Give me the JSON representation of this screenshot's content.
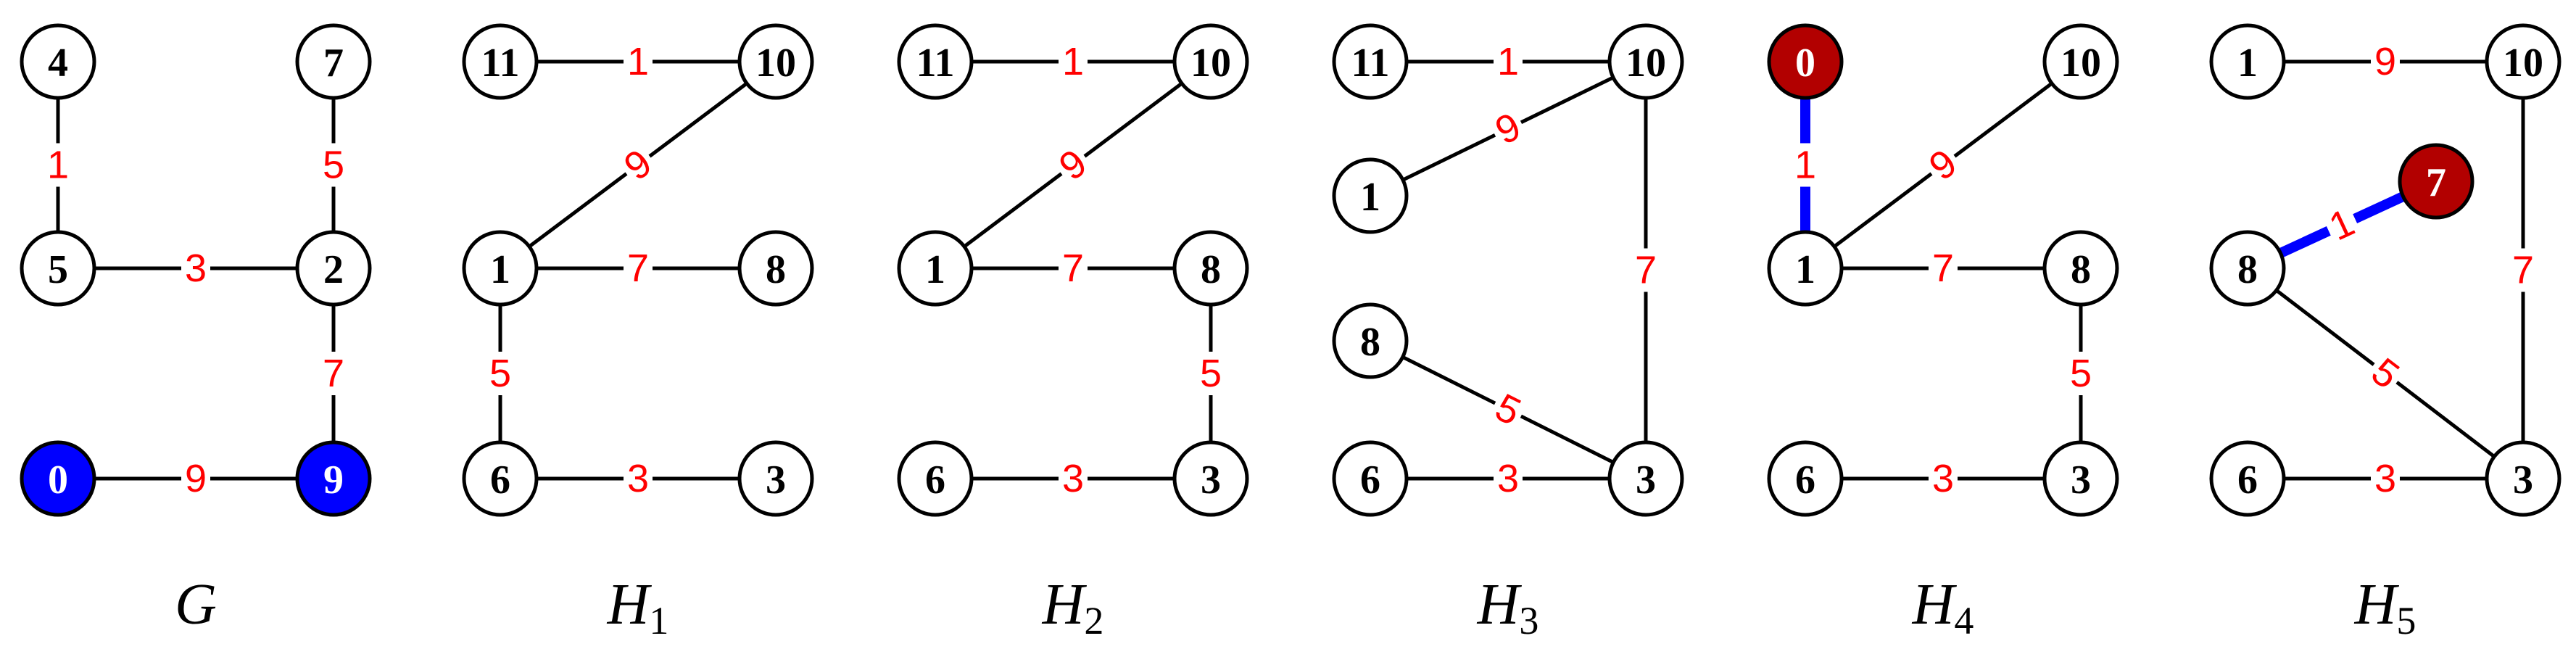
{
  "colors": {
    "edge": "#000000",
    "weight": "#ff0000",
    "node_fill_default": "#ffffff",
    "node_fill_blue": "#0000ff",
    "node_fill_red": "#b20000",
    "highlight_edge": "#0000ff",
    "node_text_default": "#000000",
    "node_text_filled": "#ffffff"
  },
  "graphs": [
    {
      "id": "G",
      "caption": {
        "main": "G",
        "sub": ""
      },
      "nodes": [
        {
          "id": "4",
          "fill": "default"
        },
        {
          "id": "7",
          "fill": "default"
        },
        {
          "id": "5",
          "fill": "default"
        },
        {
          "id": "2",
          "fill": "default"
        },
        {
          "id": "0",
          "fill": "blue"
        },
        {
          "id": "9",
          "fill": "blue"
        }
      ],
      "edges": [
        {
          "from": "4",
          "to": "5",
          "weight": "1",
          "highlight": false
        },
        {
          "from": "7",
          "to": "2",
          "weight": "5",
          "highlight": false
        },
        {
          "from": "5",
          "to": "2",
          "weight": "3",
          "highlight": false
        },
        {
          "from": "2",
          "to": "9",
          "weight": "7",
          "highlight": false
        },
        {
          "from": "0",
          "to": "9",
          "weight": "9",
          "highlight": false
        }
      ]
    },
    {
      "id": "H1",
      "caption": {
        "main": "H",
        "sub": "1"
      },
      "nodes": [
        {
          "id": "11",
          "fill": "default"
        },
        {
          "id": "10",
          "fill": "default"
        },
        {
          "id": "1",
          "fill": "default"
        },
        {
          "id": "8",
          "fill": "default"
        },
        {
          "id": "6",
          "fill": "default"
        },
        {
          "id": "3",
          "fill": "default"
        }
      ],
      "edges": [
        {
          "from": "11",
          "to": "10",
          "weight": "1",
          "highlight": false
        },
        {
          "from": "1",
          "to": "10",
          "weight": "9",
          "highlight": false
        },
        {
          "from": "1",
          "to": "8",
          "weight": "7",
          "highlight": false
        },
        {
          "from": "1",
          "to": "6",
          "weight": "5",
          "highlight": false
        },
        {
          "from": "6",
          "to": "3",
          "weight": "3",
          "highlight": false
        }
      ]
    },
    {
      "id": "H2",
      "caption": {
        "main": "H",
        "sub": "2"
      },
      "nodes": [
        {
          "id": "11",
          "fill": "default"
        },
        {
          "id": "10",
          "fill": "default"
        },
        {
          "id": "1",
          "fill": "default"
        },
        {
          "id": "8",
          "fill": "default"
        },
        {
          "id": "6",
          "fill": "default"
        },
        {
          "id": "3",
          "fill": "default"
        }
      ],
      "edges": [
        {
          "from": "11",
          "to": "10",
          "weight": "1",
          "highlight": false
        },
        {
          "from": "1",
          "to": "10",
          "weight": "9",
          "highlight": false
        },
        {
          "from": "1",
          "to": "8",
          "weight": "7",
          "highlight": false
        },
        {
          "from": "8",
          "to": "3",
          "weight": "5",
          "highlight": false
        },
        {
          "from": "6",
          "to": "3",
          "weight": "3",
          "highlight": false
        }
      ]
    },
    {
      "id": "H3",
      "caption": {
        "main": "H",
        "sub": "3"
      },
      "nodes": [
        {
          "id": "11",
          "fill": "default"
        },
        {
          "id": "10",
          "fill": "default"
        },
        {
          "id": "1",
          "fill": "default"
        },
        {
          "id": "8",
          "fill": "default"
        },
        {
          "id": "6",
          "fill": "default"
        },
        {
          "id": "3",
          "fill": "default"
        }
      ],
      "edges": [
        {
          "from": "11",
          "to": "10",
          "weight": "1",
          "highlight": false
        },
        {
          "from": "1",
          "to": "10",
          "weight": "9",
          "highlight": false
        },
        {
          "from": "10",
          "to": "3",
          "weight": "7",
          "highlight": false
        },
        {
          "from": "8",
          "to": "3",
          "weight": "5",
          "highlight": false
        },
        {
          "from": "6",
          "to": "3",
          "weight": "3",
          "highlight": false
        }
      ]
    },
    {
      "id": "H4",
      "caption": {
        "main": "H",
        "sub": "4"
      },
      "nodes": [
        {
          "id": "0",
          "fill": "red"
        },
        {
          "id": "10",
          "fill": "default"
        },
        {
          "id": "1",
          "fill": "default"
        },
        {
          "id": "8",
          "fill": "default"
        },
        {
          "id": "6",
          "fill": "default"
        },
        {
          "id": "3",
          "fill": "default"
        }
      ],
      "edges": [
        {
          "from": "0",
          "to": "1",
          "weight": "1",
          "highlight": true
        },
        {
          "from": "1",
          "to": "10",
          "weight": "9",
          "highlight": false
        },
        {
          "from": "1",
          "to": "8",
          "weight": "7",
          "highlight": false
        },
        {
          "from": "8",
          "to": "3",
          "weight": "5",
          "highlight": false
        },
        {
          "from": "6",
          "to": "3",
          "weight": "3",
          "highlight": false
        }
      ]
    },
    {
      "id": "H5",
      "caption": {
        "main": "H",
        "sub": "5"
      },
      "nodes": [
        {
          "id": "1",
          "fill": "default"
        },
        {
          "id": "10",
          "fill": "default"
        },
        {
          "id": "7",
          "fill": "red"
        },
        {
          "id": "8",
          "fill": "default"
        },
        {
          "id": "6",
          "fill": "default"
        },
        {
          "id": "3",
          "fill": "default"
        }
      ],
      "edges": [
        {
          "from": "1",
          "to": "10",
          "weight": "9",
          "highlight": false
        },
        {
          "from": "10",
          "to": "3",
          "weight": "7",
          "highlight": false
        },
        {
          "from": "8",
          "to": "7",
          "weight": "1",
          "highlight": true
        },
        {
          "from": "8",
          "to": "3",
          "weight": "5",
          "highlight": false
        },
        {
          "from": "6",
          "to": "3",
          "weight": "3",
          "highlight": false
        }
      ]
    }
  ]
}
